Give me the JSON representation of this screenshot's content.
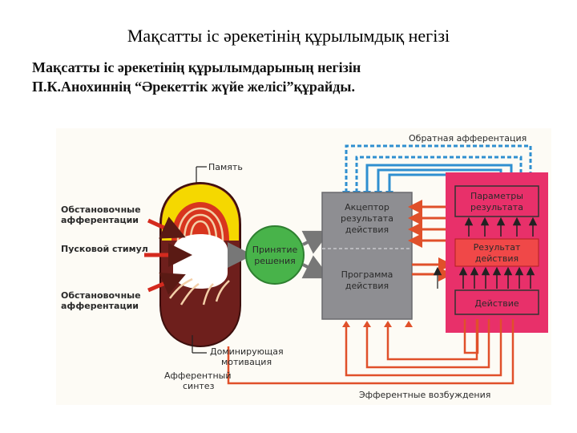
{
  "title": "Мақсатты іс әрекетінің құрылымдық негізі",
  "subtitle": {
    "line1": "Мақсатты іс әрекетінің құрылымдарының негізін",
    "line2": "П.К.Анохиннің “Әрекеттік жүйе желісі”құрайды."
  },
  "diagram": {
    "feedback": "Обратная афферентация",
    "memory": "Память",
    "situational_top_1": "Обстановочные",
    "situational_top_2": "афферентации",
    "trigger": "Пусковой стимул",
    "situational_bottom_1": "Обстановочные",
    "situational_bottom_2": "афферентации",
    "decision_1": "Принятие",
    "decision_2": "решения",
    "acceptor_1": "Акцептор",
    "acceptor_2": "результата",
    "acceptor_3": "действия",
    "program_1": "Программа",
    "program_2": "действия",
    "params_1": "Параметры",
    "params_2": "результата",
    "result_1": "Результат",
    "result_2": "действия",
    "action": "Действие",
    "motivation_1": "Доминирующая",
    "motivation_2": "мотивация",
    "synthesis_1": "Афферентный",
    "synthesis_2": "синтез",
    "efferent": "Эфферентные возбуждения"
  },
  "colors": {
    "feedback_blue": "#2f8fd0",
    "efferent_red": "#e0502a",
    "pink_panel": "#e8306a",
    "gray_panel": "#8e8e92",
    "decision_green": "#48b34a",
    "memory_dark": "#6e1f1c",
    "memory_yellow": "#f5d800",
    "situational_arrow": "#d42a1e"
  }
}
